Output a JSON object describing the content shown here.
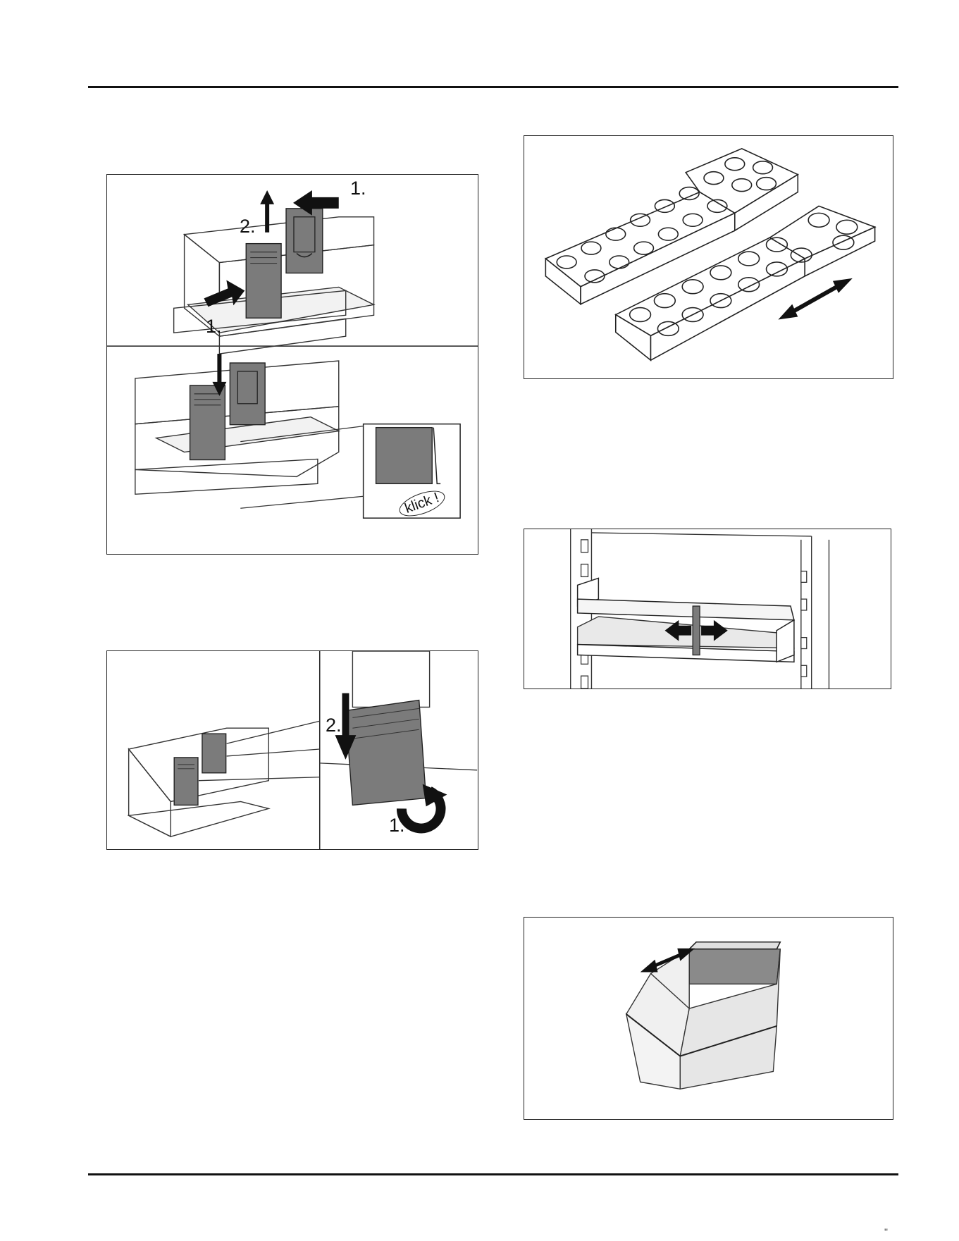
{
  "figures": {
    "drawer_divider": {
      "step1_top_right": "1.",
      "step2_top": "2.",
      "step1_top_left": "1.",
      "click_label": "klick !"
    },
    "drawer_flap": {
      "step2": "2.",
      "step1": "1."
    }
  },
  "footer": {
    "page_mark": "\""
  }
}
